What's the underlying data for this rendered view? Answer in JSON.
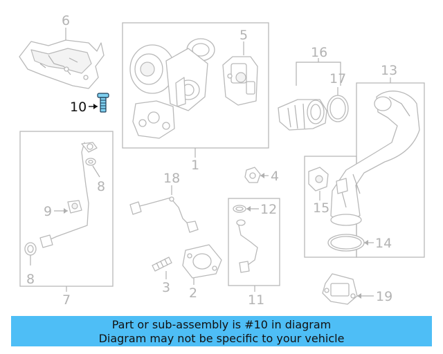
{
  "callouts": {
    "c1": "1",
    "c2": "2",
    "c3": "3",
    "c4": "4",
    "c5": "5",
    "c6": "6",
    "c7": "7",
    "c8a": "8",
    "c8b": "8",
    "c9": "9",
    "c10": "10",
    "c11": "11",
    "c12": "12",
    "c13": "13",
    "c14": "14",
    "c15": "15",
    "c16": "16",
    "c17": "17",
    "c18": "18",
    "c19": "19"
  },
  "highlighted_callout": "10",
  "colors": {
    "highlight_part": "#7fd0f0",
    "banner_background": "#4ebef6",
    "line_art": "#b9b9b9"
  },
  "banner": {
    "line1": "Part or sub-assembly is #10 in diagram",
    "line2": "Diagram may not be specific to your vehicle"
  }
}
